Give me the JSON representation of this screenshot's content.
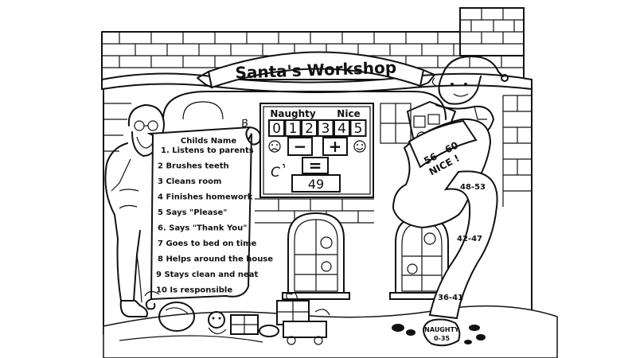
{
  "banner": {
    "title": "Santa's Workshop"
  },
  "scoreboard": {
    "naughty_label": "Naughty",
    "nice_label": "Nice",
    "digits": [
      "0",
      "1",
      "2",
      "3",
      "4",
      "5"
    ],
    "minus": "−",
    "plus": "+",
    "equals": "=",
    "result": "49"
  },
  "annotations": {
    "b": "B",
    "c": "C"
  },
  "checklist": {
    "title": "Childs Name",
    "items": [
      "1. Listens to parents",
      "2  Brushes teeth",
      "3  Cleans room",
      "4  Finishes homework",
      "5  Says \"Please\"",
      "6. Says \"Thank You\"",
      "7  Goes to bed on time",
      "8  Helps around the house",
      "9  Stays clean and neat",
      "10 Is responsible"
    ]
  },
  "stocking": {
    "nice_top": "56 - 60",
    "nice_bottom": "NICE !"
  },
  "ranges": [
    "48-53",
    "42-47",
    "36-41"
  ],
  "naughty_tag": {
    "line1": "NAUGHTY",
    "line2": "0-35"
  },
  "icons": [
    "frown-face-icon",
    "smile-face-icon"
  ]
}
